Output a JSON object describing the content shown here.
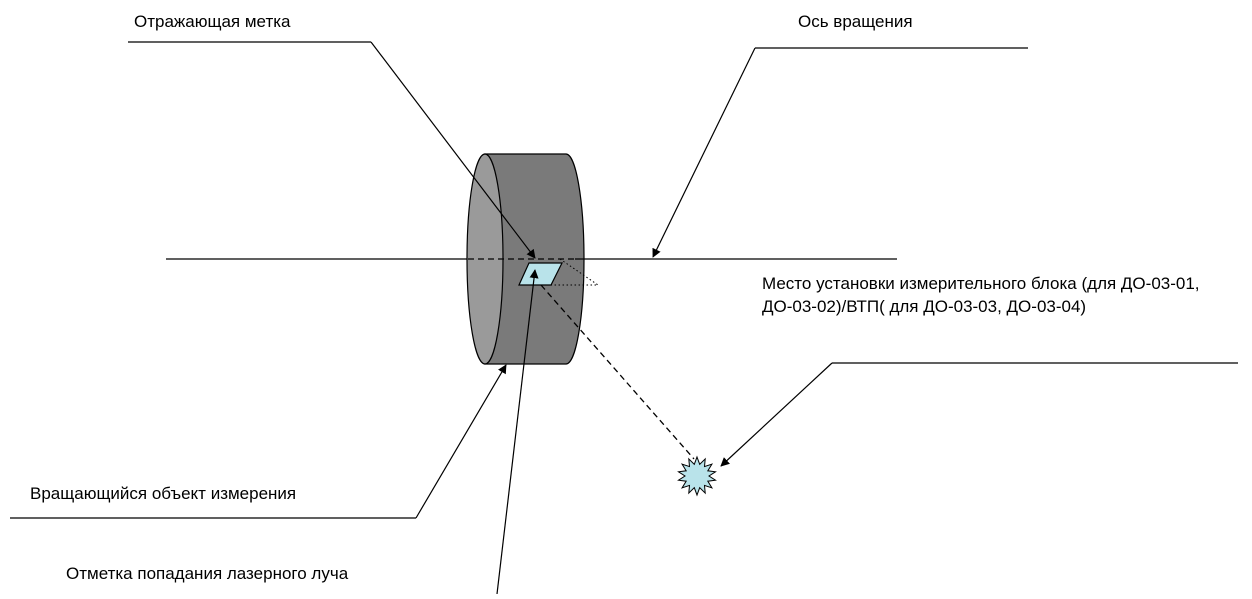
{
  "labels": {
    "reflective_mark": "Отражающая метка",
    "rotation_axis": "Ось вращения",
    "mount_location": "Место установки измерительного блока (для ДО-03-01, ДО-03-02)/ВТП( для ДО-03-03, ДО-03-04)",
    "rotating_object": "Вращающийся объект измерения",
    "laser_spot": "Отметка попадания лазерного луча"
  },
  "colors": {
    "cylinder_side": "#7a7a7a",
    "cylinder_face": "#9a9a9a",
    "marker_fill": "#b9e3ea",
    "sensor_fill": "#b9e3ea",
    "line": "#000000"
  }
}
